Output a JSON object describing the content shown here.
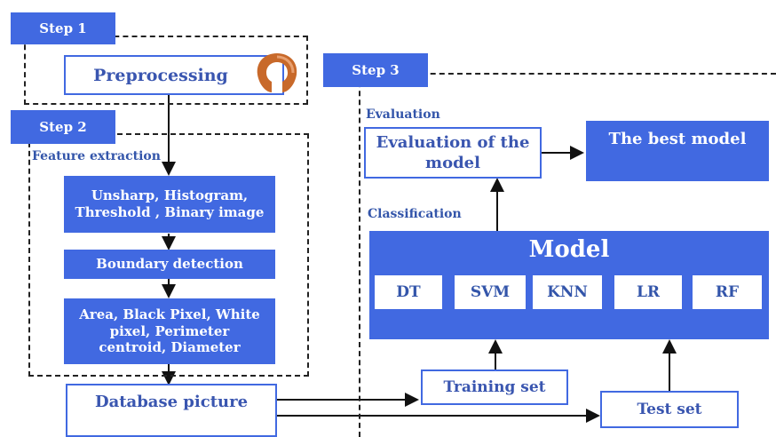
{
  "steps": {
    "step1": "Step 1",
    "step2": "Step 2",
    "step3": "Step 3"
  },
  "preprocessing": "Preprocessing",
  "feature_extraction": {
    "label": "Feature extraction",
    "box1": "Unsharp, Histogram, Threshold , Binary image",
    "box2": "Boundary detection",
    "box3": "Area, Black Pixel, White pixel, Perimeter centroid, Diameter"
  },
  "database": "Database picture",
  "evaluation": {
    "label": "Evaluation",
    "box": "Evaluation of the model",
    "best": "The best model"
  },
  "classification": {
    "label": "Classification",
    "model": "Model",
    "algorithms": [
      "DT",
      "SVM",
      "KNN",
      "LR",
      "RF"
    ]
  },
  "training_set": "Training set",
  "test_set": "Test set",
  "colors": {
    "blue": "#4169e1",
    "text_blue": "#3355aa"
  }
}
